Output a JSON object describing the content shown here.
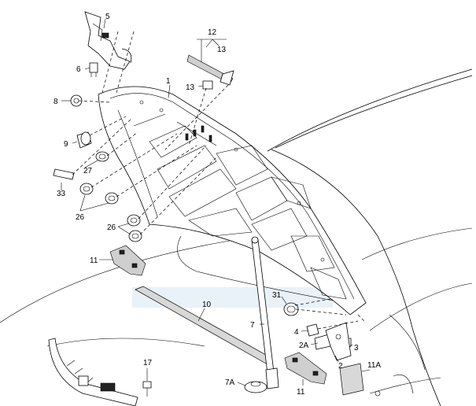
{
  "callouts": {
    "c5": "5",
    "c6": "6",
    "c12": "12",
    "c13a": "13",
    "c13b": "13",
    "c1": "1",
    "c8": "8",
    "c9": "9",
    "c27": "27",
    "c33": "33",
    "c26a": "26",
    "c26b": "26",
    "c11a": "11",
    "c10": "10",
    "c31": "31",
    "c7": "7",
    "c4": "4",
    "c2A": "2A",
    "c3": "3",
    "c2": "2",
    "c11A": "11A",
    "c17": "17",
    "c7A": "7A",
    "c11b": "11"
  },
  "colors": {
    "line": "#000000",
    "background": "#ffffff",
    "seal_fill": "#d8d8d8",
    "watermark": "#d6e4f2"
  }
}
